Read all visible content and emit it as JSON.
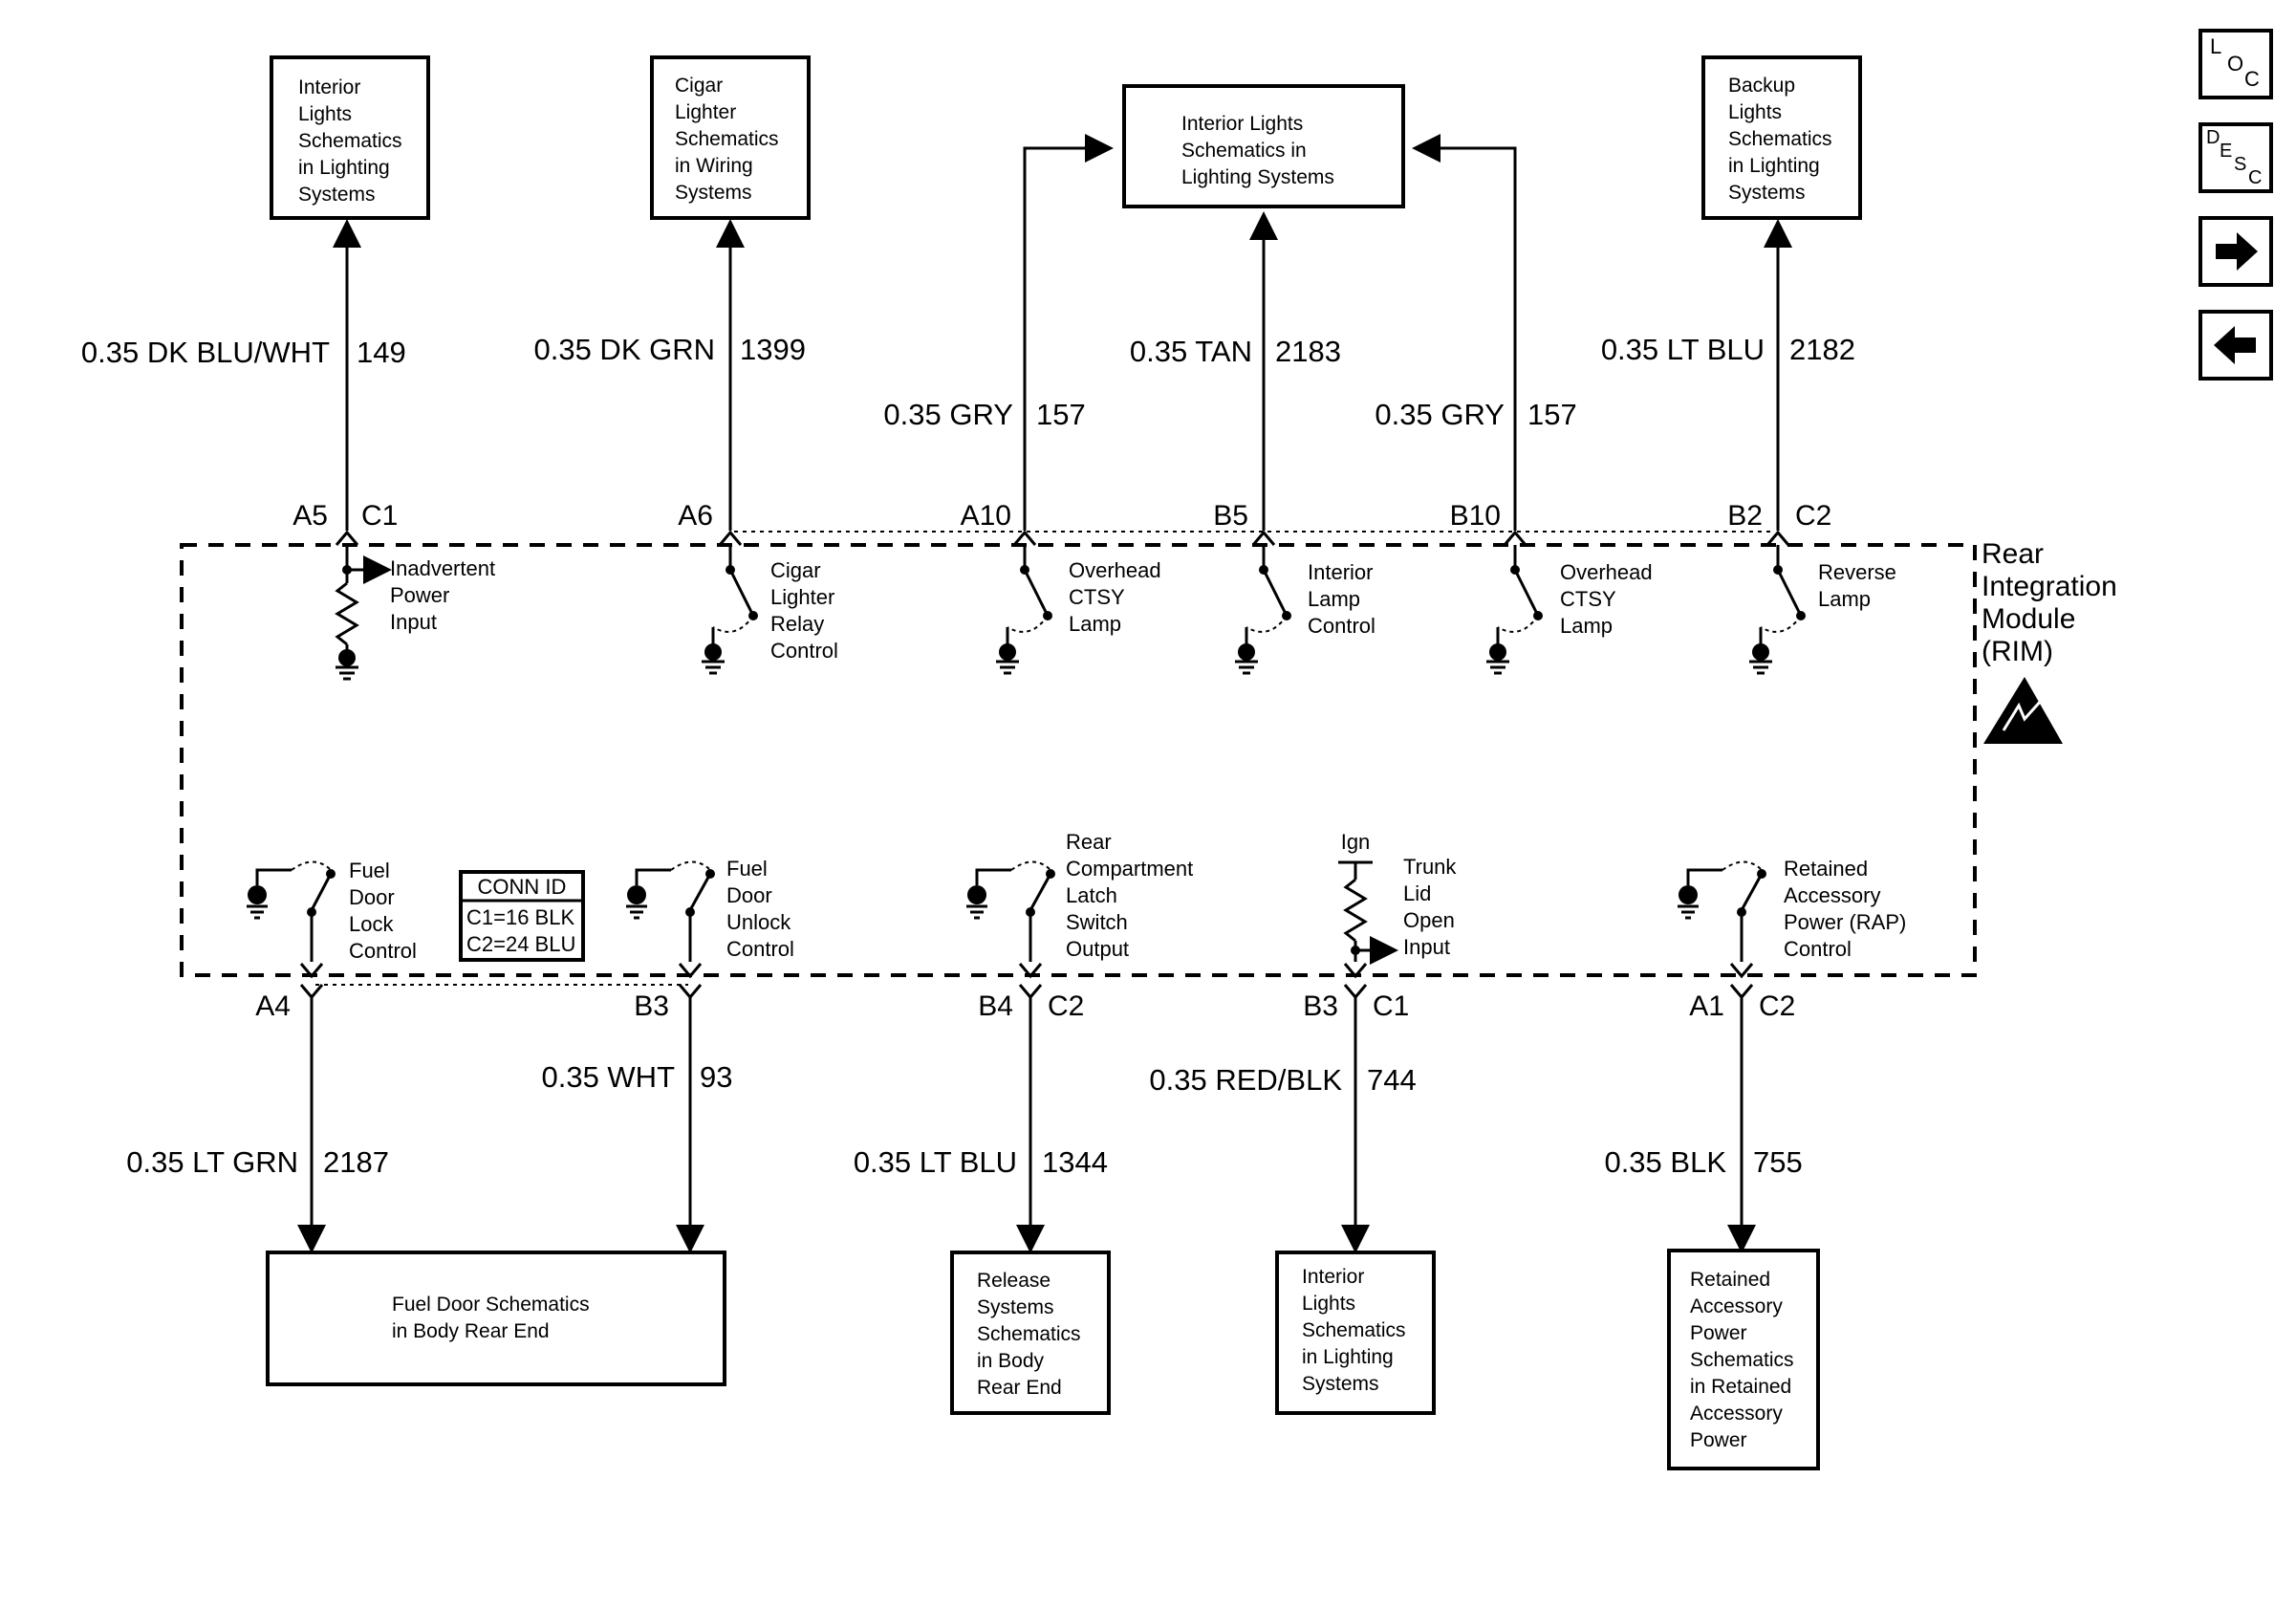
{
  "module": {
    "name_lines": [
      "Rear",
      "Integration",
      "Module",
      "(RIM)"
    ]
  },
  "conn_id": {
    "title": "CONN ID",
    "rows": [
      "C1=16 BLK",
      "C2=24 BLU"
    ]
  },
  "nav": {
    "loc": {
      "letters": [
        "L",
        "O",
        "C"
      ]
    },
    "desc": {
      "letters": [
        "D",
        "E",
        "S",
        "C"
      ]
    },
    "next_icon": "arrow-right-icon",
    "prev_icon": "arrow-left-icon"
  },
  "top_boxes": [
    {
      "lines": [
        "Interior",
        "Lights",
        "Schematics",
        "in Lighting",
        "Systems"
      ]
    },
    {
      "lines": [
        "Cigar",
        "Lighter",
        "Schematics",
        "in Wiring",
        "Systems"
      ]
    },
    {
      "lines": [
        "Interior Lights",
        "Schematics in",
        "Lighting Systems"
      ]
    },
    {
      "lines": [
        "Backup",
        "Lights",
        "Schematics",
        "in Lighting",
        "Systems"
      ]
    }
  ],
  "bottom_boxes": [
    {
      "lines": [
        "Fuel Door Schematics",
        "in Body Rear End"
      ]
    },
    {
      "lines": [
        "Release",
        "Systems",
        "Schematics",
        "in Body",
        "Rear End"
      ]
    },
    {
      "lines": [
        "Interior",
        "Lights",
        "Schematics",
        "in Lighting",
        "Systems"
      ]
    },
    {
      "lines": [
        "Retained",
        "Accessory",
        "Power",
        "Schematics",
        "in Retained",
        "Accessory",
        "Power"
      ]
    }
  ],
  "top_circuits": [
    {
      "pin": "A5",
      "connector": "C1",
      "wire": "0.35 DK BLU/WHT",
      "circuit": "149",
      "label": [
        "Inadvertent",
        "Power",
        "Input"
      ]
    },
    {
      "pin": "A6",
      "connector": "",
      "wire": "0.35 DK GRN",
      "circuit": "1399",
      "label": [
        "Cigar",
        "Lighter",
        "Relay",
        "Control"
      ]
    },
    {
      "pin": "A10",
      "connector": "",
      "wire": "0.35 GRY",
      "circuit": "157",
      "label": [
        "Overhead",
        "CTSY",
        "Lamp"
      ]
    },
    {
      "pin": "B5",
      "connector": "",
      "wire": "0.35 TAN",
      "circuit": "2183",
      "label": [
        "Interior",
        "Lamp",
        "Control"
      ]
    },
    {
      "pin": "B10",
      "connector": "",
      "wire": "0.35 GRY",
      "circuit": "157",
      "label": [
        "Overhead",
        "CTSY",
        "Lamp"
      ]
    },
    {
      "pin": "B2",
      "connector": "C2",
      "wire": "0.35 LT BLU",
      "circuit": "2182",
      "label": [
        "Reverse",
        "Lamp"
      ]
    }
  ],
  "bottom_circuits": [
    {
      "pin": "A4",
      "connector": "",
      "wire": "0.35 LT GRN",
      "circuit": "2187",
      "label": [
        "Fuel",
        "Door",
        "Lock",
        "Control"
      ]
    },
    {
      "pin": "B3",
      "connector": "",
      "wire": "0.35 WHT",
      "circuit": "93",
      "label": [
        "Fuel",
        "Door",
        "Unlock",
        "Control"
      ]
    },
    {
      "pin": "B4",
      "connector": "C2",
      "wire": "0.35 LT BLU",
      "circuit": "1344",
      "label": [
        "Rear",
        "Compartment",
        "Latch",
        "Switch",
        "Output"
      ]
    },
    {
      "pin": "B3",
      "connector": "C1",
      "wire": "0.35 RED/BLK",
      "circuit": "744",
      "label": [
        "Trunk",
        "Lid",
        "Open",
        "Input"
      ],
      "supply": "Ign"
    },
    {
      "pin": "A1",
      "connector": "C2",
      "wire": "0.35 BLK",
      "circuit": "755",
      "label": [
        "Retained",
        "Accessory",
        "Power (RAP)",
        "Control"
      ]
    }
  ]
}
